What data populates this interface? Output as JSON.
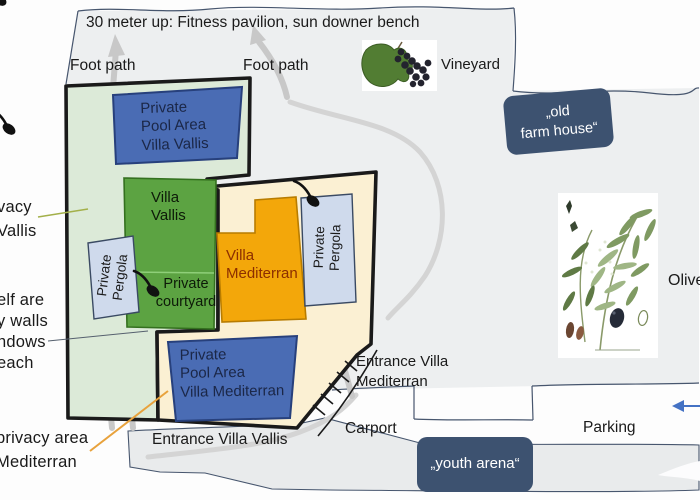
{
  "map_title_note": "30 meter up: Fitness pavilion, sun downer bench",
  "paths": {
    "foot_path_left": "Foot path",
    "foot_path_right": "Foot path"
  },
  "surroundings": {
    "vineyard_label": "Vineyard",
    "old_farm_house_badge": "„old\nfarm house“",
    "olive_label": "Olive",
    "youth_arena_badge": "„youth arena“",
    "carport_label": "Carport",
    "parking_label": "Parking"
  },
  "compound": {
    "pool_area_vallis": "Private\nPool Area\nVilla Vallis",
    "villa_vallis": "Villa\nVallis",
    "private_courtyard": "Private\ncourtyard",
    "villa_mediterran": "Villa\nMediterran",
    "pergola_left": "Private\nPergola",
    "pergola_right": "Private\nPergola",
    "pool_area_mediterran": "Private\nPool Area\nVilla Mediterran",
    "entrance_mediterran": "Entrance Villa\nMediterran",
    "entrance_vallis": "Entrance Villa Vallis"
  },
  "edge_notes": {
    "note_privacy_vallis": "vacy\nVallis",
    "note_walls_windows": "elf are\ny walls\nndows\neach",
    "note_privacy_mediterran": "privacy area\nMediterran"
  },
  "icons": {
    "key_icon": "key-icon",
    "grapes_icon": "grapes-icon",
    "olive_illustration": "olive-branch-illustration",
    "footpath_arrow": "up-arrow",
    "parking_arrow": "left-arrow"
  },
  "colors": {
    "terrain_gray": "#edeff0",
    "road_band_gray": "#e9ebec",
    "garden_green": "#dcead8",
    "building_green": "#5ca342",
    "pool_blue": "#4a6cb4",
    "villa_orange": "#f3a70a",
    "property_cream": "#fbf0d3",
    "pergola_blue": "#cfdaec",
    "badge_slate": "#3d5270",
    "ink_border": "#1a1a1a",
    "outline_blue": "#47566e",
    "arrow_gray": "#c8c8c8",
    "leader_orange": "#e8a23c",
    "leader_green": "#a3b04a",
    "text_navy": "#1b2747",
    "text_dark_red": "#8c2e00",
    "parking_arrow_blue": "#4472c4"
  }
}
